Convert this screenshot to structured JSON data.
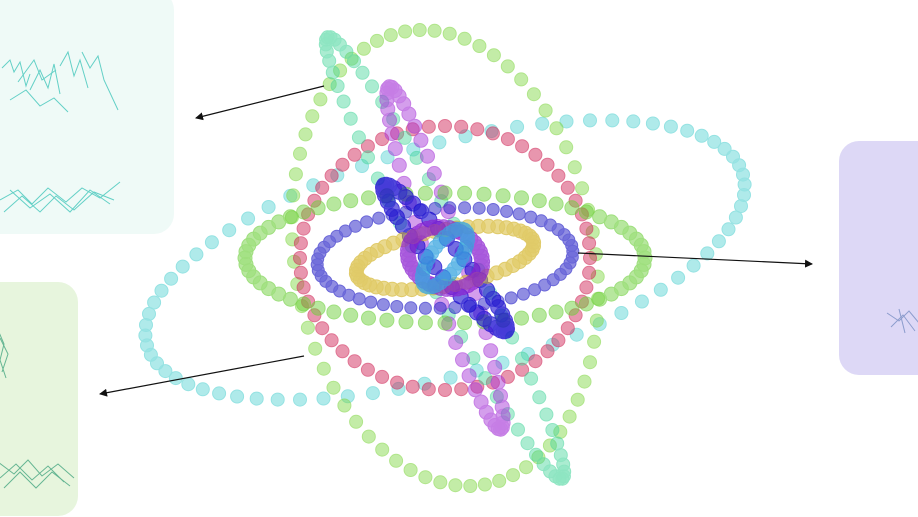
{
  "diagram": {
    "panels": [
      {
        "id": "panel-tl",
        "fill": "#effaf7",
        "sketch_color": "#2bb8b0",
        "content": "motion-sketch"
      },
      {
        "id": "panel-bl",
        "fill": "#e7f5dd",
        "sketch_color": "#3aa07a",
        "content": "motion-sketch"
      },
      {
        "id": "panel-r",
        "fill": "#ddd8f6",
        "sketch_color": "#7a8fc4",
        "content": "motion-sketch"
      }
    ],
    "orbits": [
      {
        "name": "teal-ellipse",
        "color": "#4fd0d0"
      },
      {
        "name": "lime-ellipse",
        "color": "#86d84c"
      },
      {
        "name": "crimson-ring",
        "color": "#d02a5a"
      },
      {
        "name": "seafoam-loop",
        "color": "#44d49a"
      },
      {
        "name": "violet-spindle",
        "color": "#a83ad8"
      },
      {
        "name": "green-hoop",
        "color": "#6ccf3a"
      },
      {
        "name": "blue-ring",
        "color": "#2b26c8"
      },
      {
        "name": "blue-spindle",
        "color": "#1a0ccf"
      },
      {
        "name": "gold-ring",
        "color": "#d4b52a"
      },
      {
        "name": "purple-core",
        "color": "#8a1fd0"
      },
      {
        "name": "sky-core",
        "color": "#3aa6e0"
      }
    ],
    "arrows": [
      {
        "name": "arrow-to-top-left-panel"
      },
      {
        "name": "arrow-to-bottom-left-panel"
      },
      {
        "name": "arrow-to-right-panel"
      }
    ]
  }
}
